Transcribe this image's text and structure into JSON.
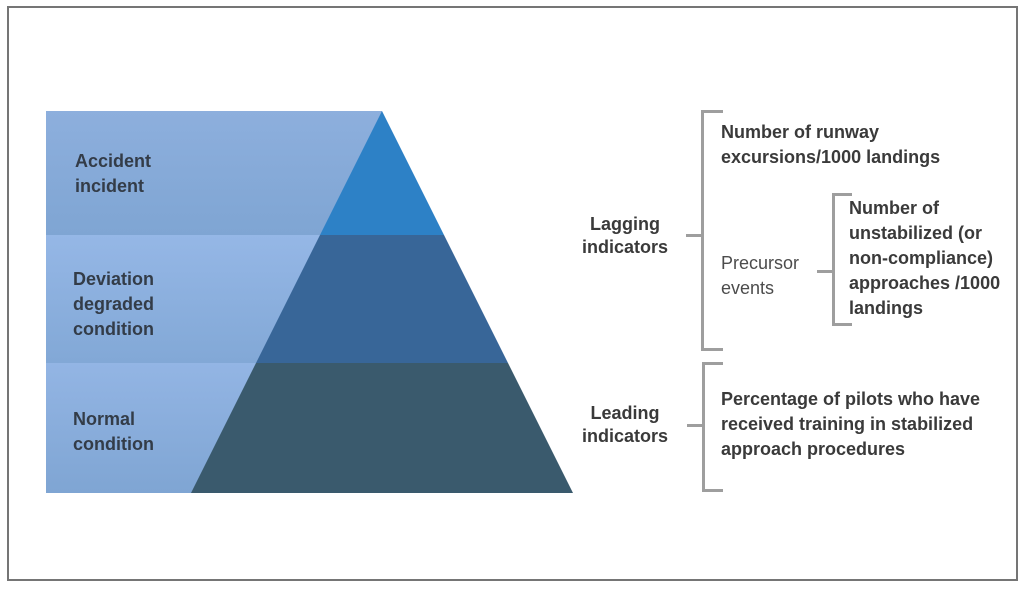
{
  "figure": {
    "type": "safety-indicator-pyramid-diagram"
  },
  "pyramid": {
    "levels": [
      {
        "name": "accident-incident",
        "label": "Accident\nincident"
      },
      {
        "name": "deviation-degraded-condition",
        "label": "Deviation\ndegraded\ncondition"
      },
      {
        "name": "normal-condition",
        "label": "Normal\ncondition"
      }
    ]
  },
  "annotations": {
    "lagging": {
      "label": "Lagging\nindicators",
      "description": "Number of runway\nexcursions/1000 landings"
    },
    "precursor": {
      "label": "Precursor\nevents",
      "description": "Number of\nunstabilized (or\nnon-compliance)\napproaches /1000\nlandings"
    },
    "leading": {
      "label": "Leading\nindicators",
      "description": "Percentage of pilots who have\nreceived training in stabilized\napproach procedures"
    }
  },
  "colors": {
    "level1": "#2D81C6",
    "level2": "#386698",
    "level3": "#3A5A6D",
    "band1_top": "#8DAFDD",
    "band1_bottom": "#7FA5D3",
    "band2_top": "#95B7E6",
    "band2_bottom": "#82A8D6",
    "band3_top": "#93B5E4",
    "band3_bottom": "#7FA5D3",
    "bracket": "#9E9E9E",
    "border": "#757575",
    "text_dark": "#3A3A3A",
    "text_band": "#333C48",
    "text_muted": "#4C4C4C",
    "background": "#FFFFFF"
  }
}
